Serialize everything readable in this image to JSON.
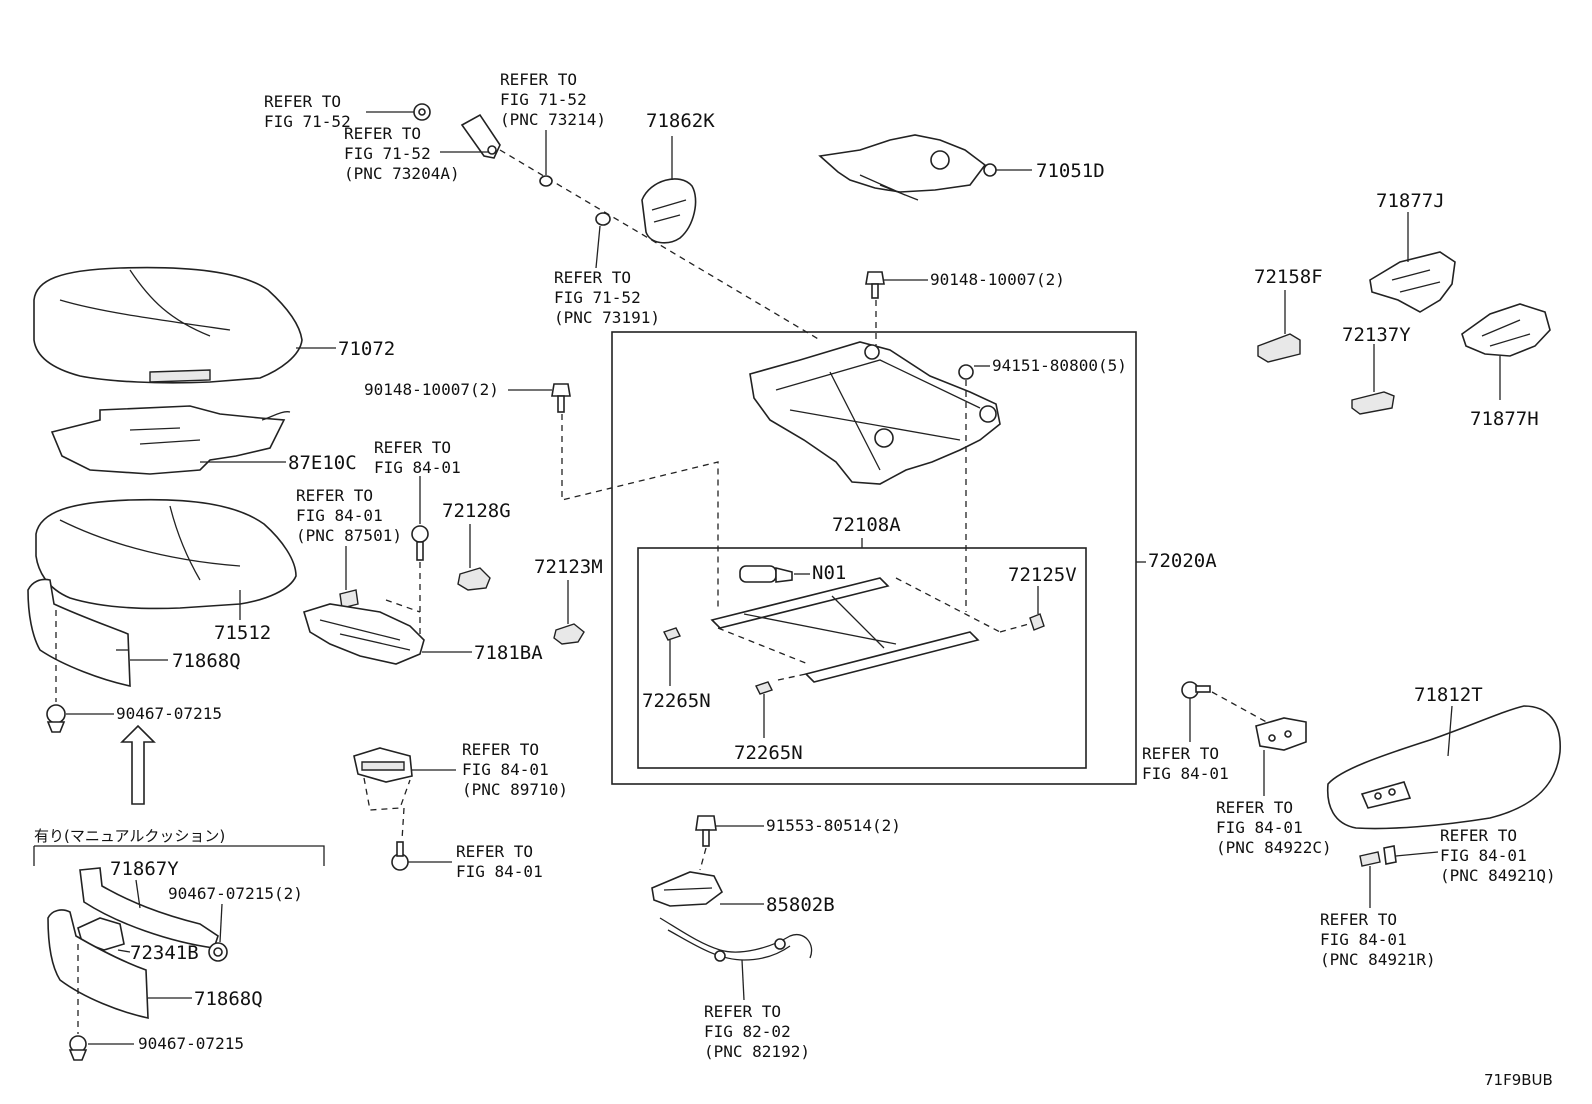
{
  "diagram_code": "71F9BUB",
  "japanese_note": "有り(マニュアルクッション)",
  "part_numbers": {
    "p71862K": "71862K",
    "p71051D": "71051D",
    "p71877J": "71877J",
    "p72158F": "72158F",
    "p72137Y": "72137Y",
    "p71877H": "71877H",
    "p71072": "71072",
    "p87E10C": "87E10C",
    "p71512": "71512",
    "p71868Q_a": "71868Q",
    "p90467_a": "90467-07215",
    "p90148_a": "90148-10007(2)",
    "p90148_b": "90148-10007(2)",
    "p94151": "94151-80800(5)",
    "p72128G": "72128G",
    "p7181BA": "7181BA",
    "p72123M": "72123M",
    "p72108A": "72108A",
    "pN01": "N01",
    "p72125V": "72125V",
    "p72020A": "72020A",
    "p72265N_a": "72265N",
    "p72265N_b": "72265N",
    "p71812T": "71812T",
    "p91553": "91553-80514(2)",
    "p85802B": "85802B",
    "p71867Y": "71867Y",
    "p90467_2": "90467-07215(2)",
    "p72341B": "72341B",
    "p71868Q_b": "71868Q",
    "p90467_b": "90467-07215"
  },
  "refs": {
    "r1": "REFER TO\nFIG 71-52",
    "r2": "REFER TO\nFIG 71-52\n(PNC 73204A)",
    "r3": "REFER TO\nFIG 71-52\n(PNC 73214)",
    "r4": "REFER TO\nFIG 71-52\n(PNC 73191)",
    "r5": "REFER TO\nFIG 84-01",
    "r6": "REFER TO\nFIG 84-01\n(PNC 87501)",
    "r7": "REFER TO\nFIG 84-01\n(PNC 89710)",
    "r8": "REFER TO\nFIG 84-01",
    "r9": "REFER TO\nFIG 84-01",
    "r10": "REFER TO\nFIG 84-01\n(PNC 84922C)",
    "r11": "REFER TO\nFIG 84-01\n(PNC 84921Q)",
    "r12": "REFER TO\nFIG 84-01\n(PNC 84921R)",
    "r13": "REFER TO\nFIG 82-02\n(PNC 82192)"
  }
}
